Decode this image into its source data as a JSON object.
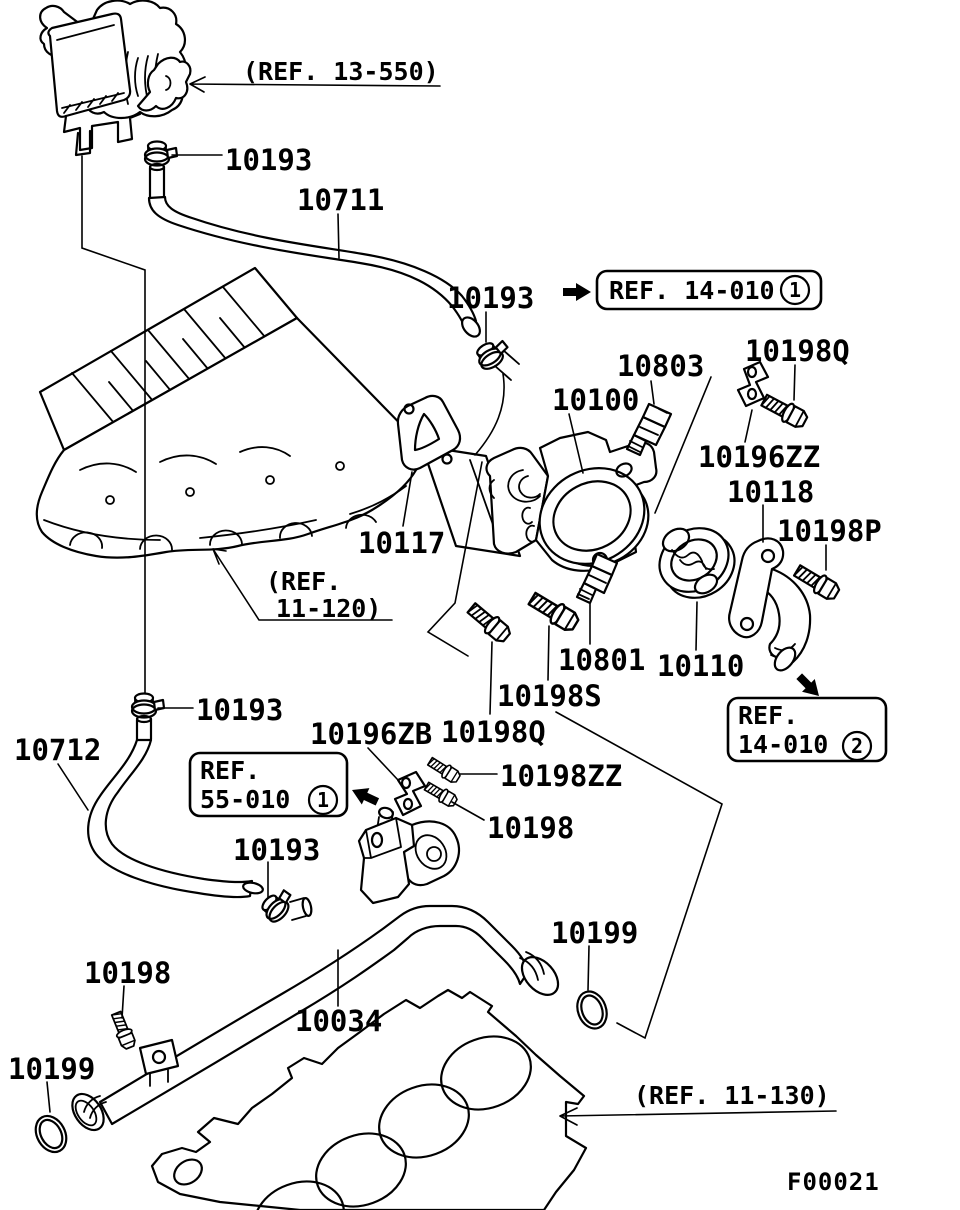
{
  "figure_code": "F00021",
  "part_labels": {
    "p10711": "10711",
    "p10712": "10712",
    "p10034": "10034",
    "p10100": "10100",
    "p10110": "10110",
    "p10117": "10117",
    "p10118": "10118",
    "p10193": "10193",
    "p10196ZB": "10196ZB",
    "p10196ZZ": "10196ZZ",
    "p10198": "10198",
    "p10198P": "10198P",
    "p10198Q": "10198Q",
    "p10198S": "10198S",
    "p10198ZZ": "10198ZZ",
    "p10199": "10199",
    "p10801": "10801",
    "p10803": "10803"
  },
  "ref_callouts": {
    "ref_13_550": "(REF. 13-550)",
    "ref_11_120_line1": "(REF.",
    "ref_11_120_line2": "11-120)",
    "ref_11_130": "(REF. 11-130)",
    "box_14_010_top": {
      "text": "REF. 14-010",
      "num": "1"
    },
    "box_14_010_bottom": {
      "line1": "REF.",
      "line2": "14-010",
      "num": "2"
    },
    "box_55_010": {
      "line1": "REF.",
      "line2": "55-010",
      "num": "1"
    }
  }
}
